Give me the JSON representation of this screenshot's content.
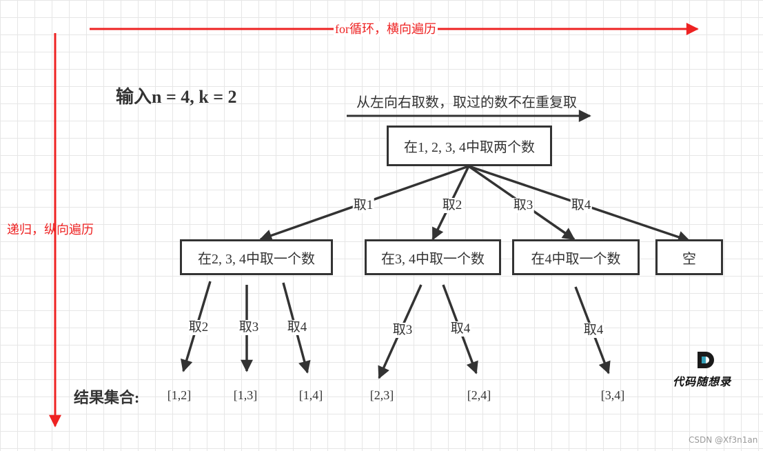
{
  "traversal": {
    "horizontal_label": "for循环，横向遍历",
    "vertical_label": "递归，纵向遍历"
  },
  "input_label": "输入n = 4, k = 2",
  "direction_label": "从左向右取数，取过的数不在重复取",
  "nodes": {
    "root": "在1, 2, 3, 4中取两个数",
    "n1": "在2, 3, 4中取一个数",
    "n2": "在3, 4中取一个数",
    "n3": "在4中取一个数",
    "n4": "空"
  },
  "edges": {
    "root_n1": "取1",
    "root_n2": "取2",
    "root_n3": "取3",
    "root_n4": "取4",
    "n1_r12": "取2",
    "n1_r13": "取3",
    "n1_r14": "取4",
    "n2_r23": "取3",
    "n2_r24": "取4",
    "n3_r34": "取4"
  },
  "results_label": "结果集合:",
  "results": [
    "[1,2]",
    "[1,3]",
    "[1,4]",
    "[2,3]",
    "[2,4]",
    "[3,4]"
  ],
  "logo": {
    "text": "代码随想录",
    "icon": "d-logo-icon"
  },
  "watermark": "CSDN @Xf3n1an",
  "colors": {
    "accent": "#ee2222",
    "stroke": "#333333"
  }
}
